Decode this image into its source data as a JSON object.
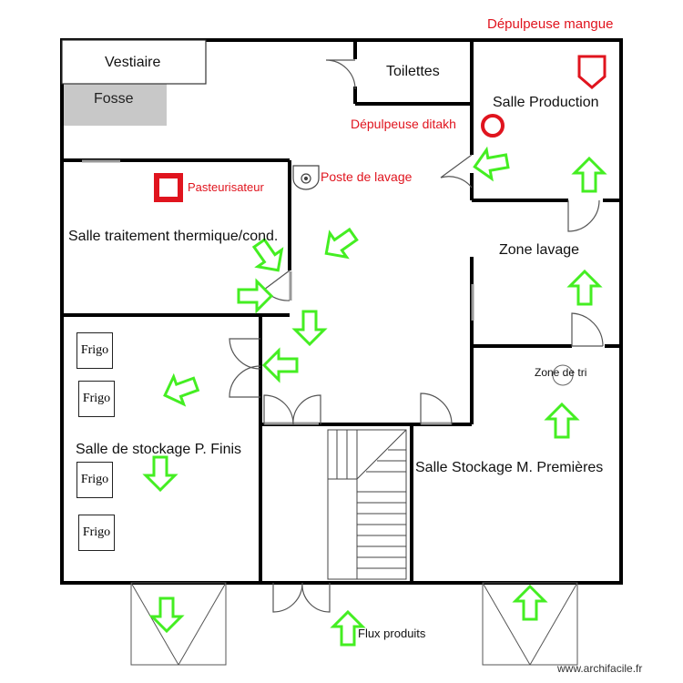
{
  "equipment": {
    "depulpeuse_mangue": "Dépulpeuse mangue",
    "depulpeuse_ditakh": "Dépulpeuse ditakh",
    "pasteurisateur": "Pasteurisateur",
    "poste_lavage": "Poste de lavage",
    "color": "#e0141e"
  },
  "rooms": {
    "vestiaire": "Vestiaire",
    "fosse": "Fosse",
    "toilettes": "Toilettes",
    "salle_production": "Salle Production",
    "traitement": "Salle traitement thermique/cond.",
    "zone_lavage": "Zone lavage",
    "zone_tri": "Zone de tri",
    "stockage_pf": "Salle de stockage P. Finis",
    "stockage_mp": "Salle Stockage M. Premières"
  },
  "frigo_label": "Frigo",
  "flux_label": "Flux produits",
  "watermark": "www.archifacile.fr",
  "arrow_color": "#44ee22"
}
